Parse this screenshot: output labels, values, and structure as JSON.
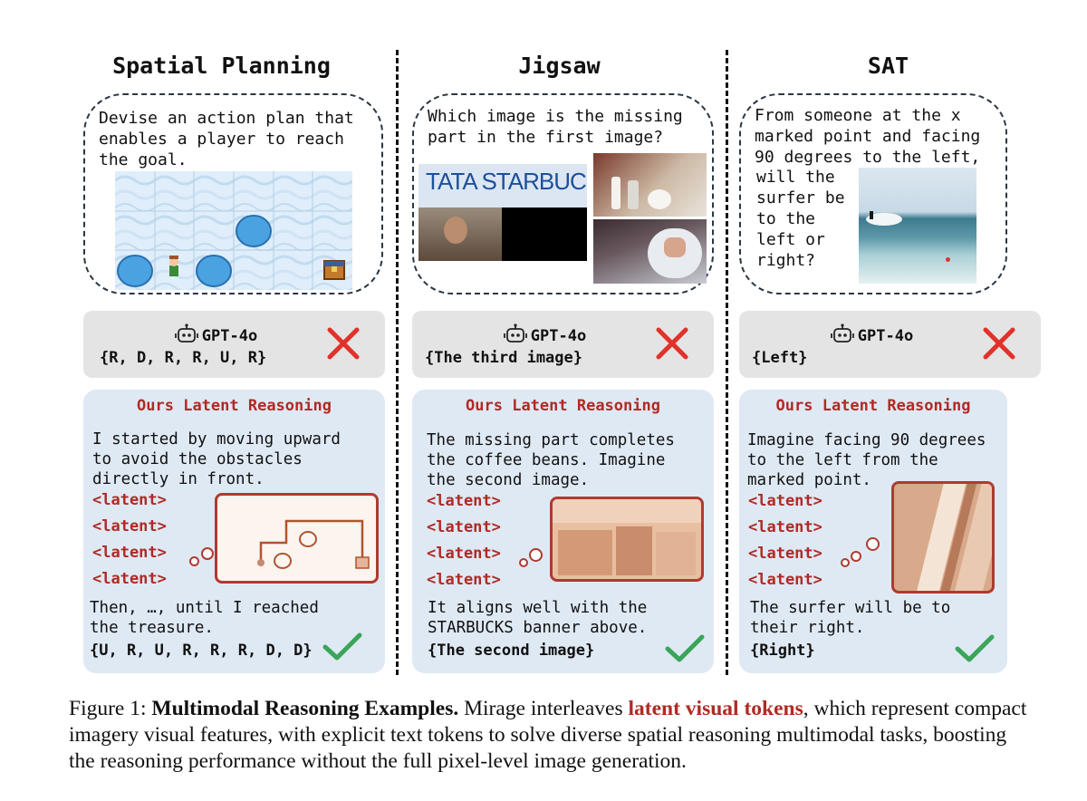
{
  "panels": [
    {
      "title": "Spatial Planning",
      "question": "Devise an action plan that\nenables a player to reach\nthe goal.",
      "model": "GPT-4o",
      "model_answer": "{R, D, R, R, U, R}",
      "ours_title": "Ours Latent Reasoning",
      "reasoning_start": "I started by moving upward\nto avoid the obstacles\ndirectly in front.",
      "latents": [
        "<latent>",
        "<latent>",
        "<latent>",
        "<latent>"
      ],
      "reasoning_end": "Then, …, until I reached\nthe treasure.",
      "final_answer": "{U, R, U, R, R, R, D, D}"
    },
    {
      "title": "Jigsaw",
      "question": "Which image is the missing\npart in the first image?",
      "image_text": "TATA STARBUC",
      "model": "GPT-4o",
      "model_answer": "{The third image}",
      "ours_title": "Ours Latent Reasoning",
      "reasoning_start": "The missing part completes\nthe coffee beans. Imagine\nthe second image.",
      "latents": [
        "<latent>",
        "<latent>",
        "<latent>",
        "<latent>"
      ],
      "reasoning_end": "It aligns well with the\nSTARBUCKS banner above.",
      "final_answer": "{The second image}"
    },
    {
      "title": "SAT",
      "question_top": "From someone at the x\nmarked point and facing\n90 degrees to the left,",
      "question_side": "will the\nsurfer be\nto the\nleft or\nright?",
      "model": "GPT-4o",
      "model_answer": "{Left}",
      "ours_title": "Ours Latent Reasoning",
      "reasoning_start": "Imagine facing 90 degrees\nto the left from the\nmarked point.",
      "latents": [
        "<latent>",
        "<latent>",
        "<latent>",
        "<latent>"
      ],
      "reasoning_end": "The surfer will be to\ntheir right.",
      "final_answer": "{Right}"
    }
  ],
  "caption": {
    "prefix": "Figure 1: ",
    "bold": "Multimodal Reasoning Examples.",
    "text1": " Mirage interleaves ",
    "highlight": "latent visual tokens",
    "text2": ", which represent compact imagery visual features, with explicit text tokens to solve diverse spatial reasoning multimodal tasks, boosting the reasoning performance without the full pixel-level image generation."
  },
  "colors": {
    "accent_red": "#b02a24",
    "ours_bg": "#dfe9f4",
    "model_bg": "#e4e4e4",
    "check_green": "#3aa55a",
    "x_red": "#e0322b"
  },
  "icons": [
    "robot-icon",
    "x-mark-icon",
    "check-mark-icon",
    "thought-bubble-icon"
  ]
}
